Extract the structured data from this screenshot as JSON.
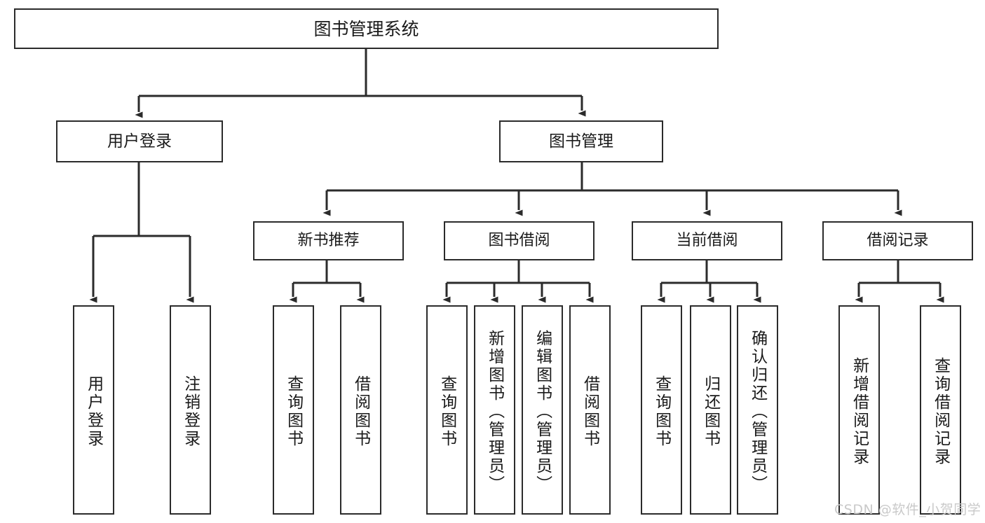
{
  "diagram": {
    "title": "图书管理系统",
    "type": "hierarchy-tree",
    "style": {
      "box_border": "#2b2b2b",
      "box_fill": "#ffffff",
      "line_color": "#2b2b2b",
      "background": "#ffffff",
      "watermark_color": "#c9c9c9"
    },
    "nodes": {
      "root": {
        "label": "图书管理系统"
      },
      "level1": [
        {
          "id": "user-login",
          "label": "用户登录"
        },
        {
          "id": "book-management",
          "label": "图书管理"
        }
      ],
      "level2": [
        {
          "id": "new-book-recommend",
          "label": "新书推荐"
        },
        {
          "id": "book-borrow",
          "label": "图书借阅"
        },
        {
          "id": "current-borrow",
          "label": "当前借阅"
        },
        {
          "id": "borrow-record",
          "label": "借阅记录"
        }
      ],
      "leaves": {
        "user_login": [
          {
            "id": "leaf-user-login",
            "label": "用户登录"
          },
          {
            "id": "leaf-logout",
            "label": "注销登录"
          }
        ],
        "new_book_recommend": [
          {
            "id": "leaf-query-book-1",
            "label": "查询图书"
          },
          {
            "id": "leaf-borrow-book-1",
            "label": "借阅图书"
          }
        ],
        "book_borrow": [
          {
            "id": "leaf-query-book-2",
            "label": "查询图书"
          },
          {
            "id": "leaf-add-book",
            "label": "新增图书（管理员）"
          },
          {
            "id": "leaf-edit-book",
            "label": "编辑图书（管理员）"
          },
          {
            "id": "leaf-borrow-book-2",
            "label": "借阅图书"
          }
        ],
        "current_borrow": [
          {
            "id": "leaf-query-book-3",
            "label": "查询图书"
          },
          {
            "id": "leaf-return-book",
            "label": "归还图书"
          },
          {
            "id": "leaf-confirm-return",
            "label": "确认归还（管理员）"
          }
        ],
        "borrow_record": [
          {
            "id": "leaf-add-record",
            "label": "新增借阅记录"
          },
          {
            "id": "leaf-query-record",
            "label": "查询借阅记录"
          }
        ]
      }
    },
    "watermark": "CSDN @软件_小贺同学"
  }
}
